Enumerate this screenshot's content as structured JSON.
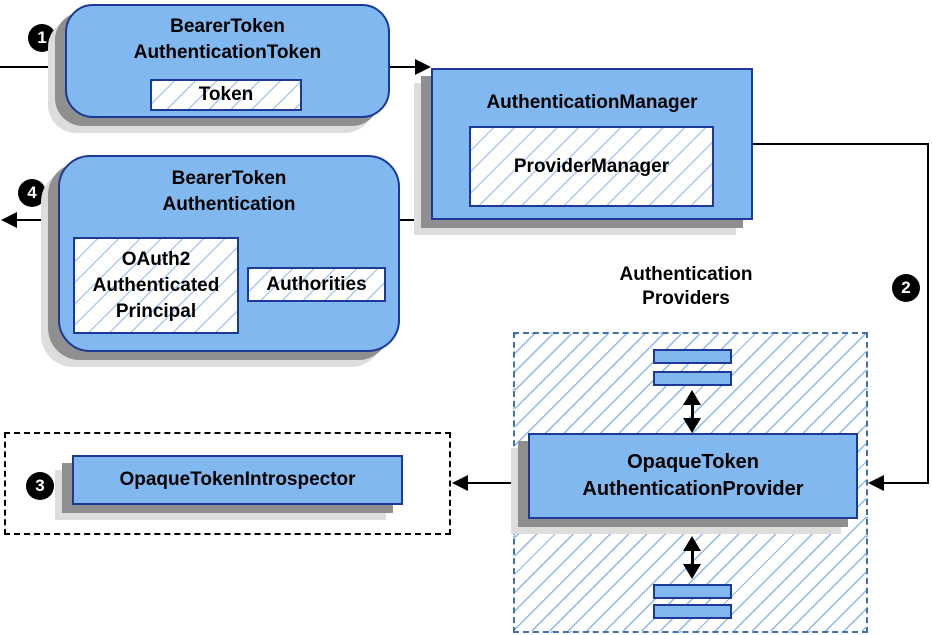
{
  "colors": {
    "node_fill": "#80b8ef",
    "node_border": "#1c3997",
    "hatch_strong": "#8cb8e8",
    "hatch_light": "#abc9ed",
    "region_border": "#4470a8",
    "shadow_dark": "#8f8f8f",
    "shadow_light": "#dddddd",
    "arrow": "#000000",
    "badge_bg": "#000000",
    "badge_fg": "#ffffff",
    "text": "#000000"
  },
  "badges": {
    "step1": "1",
    "step2": "2",
    "step3": "3",
    "step4": "4"
  },
  "nodes": {
    "bearer_token_authentication_token": {
      "title_line1": "BearerToken",
      "title_line2": "AuthenticationToken",
      "token_label": "Token"
    },
    "authentication_manager": {
      "title": "AuthenticationManager",
      "provider_manager_label": "ProviderManager"
    },
    "bearer_token_authentication": {
      "title_line1": "BearerToken",
      "title_line2": "Authentication",
      "principal_line1": "OAuth2",
      "principal_line2": "Authenticated",
      "principal_line3": "Principal",
      "authorities_label": "Authorities"
    },
    "opaque_token_introspector": {
      "label": "OpaqueTokenIntrospector"
    },
    "authentication_providers": {
      "heading_line1": "Authentication",
      "heading_line2": "Providers",
      "provider_line1": "OpaqueToken",
      "provider_line2": "AuthenticationProvider"
    }
  }
}
